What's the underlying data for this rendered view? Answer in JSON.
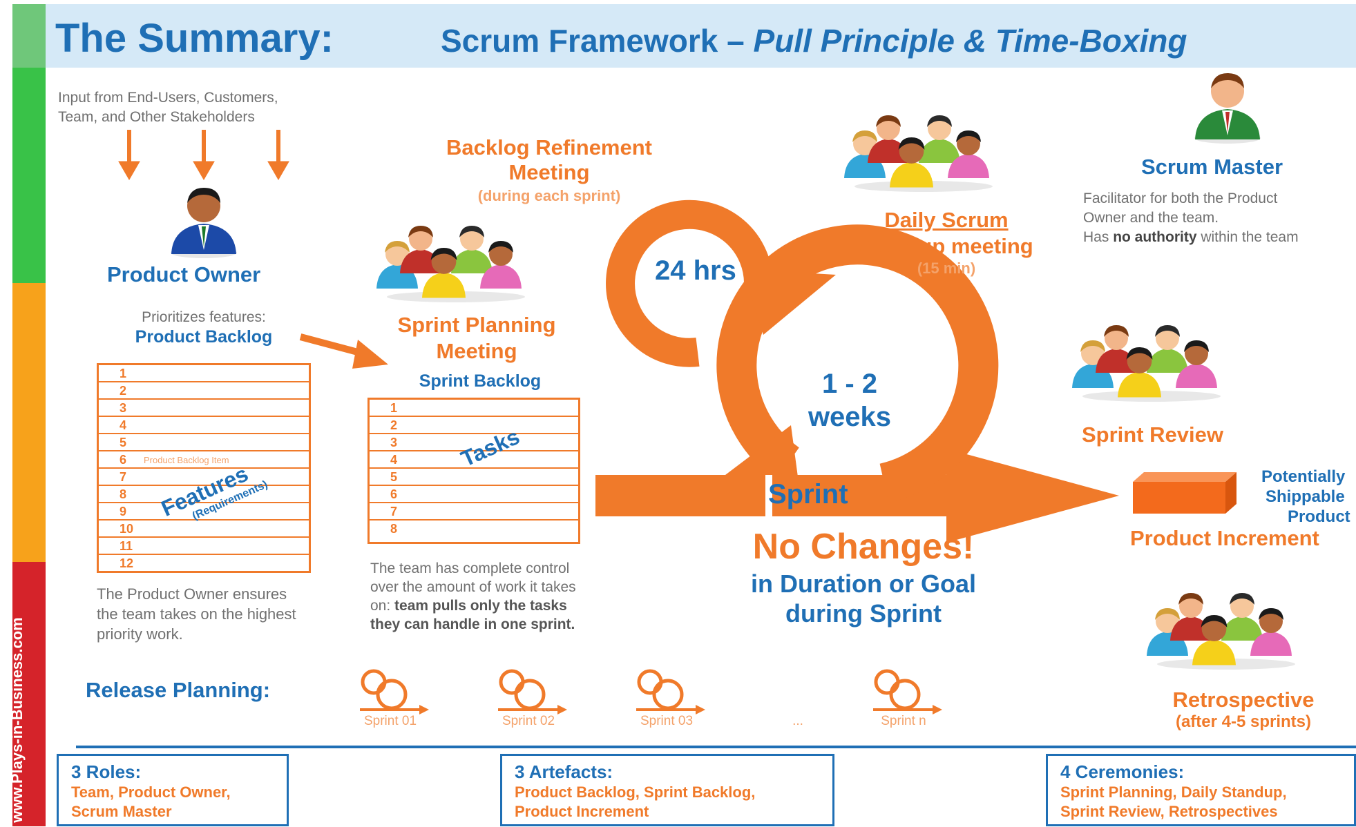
{
  "header": {
    "title": "The Summary:",
    "subtitle_plain": "Scrum Framework – ",
    "subtitle_italic": "Pull Principle & Time-Boxing"
  },
  "sidebar": {
    "watermark": "www.Plays-in-Business.com",
    "colors": [
      "#39c248",
      "#f7a21b",
      "#d5232a"
    ]
  },
  "input": {
    "line1": "Input from End-Users, Customers,",
    "line2": "Team, and Other Stakeholders"
  },
  "product_owner": {
    "label": "Product Owner",
    "prioritizes": "Prioritizes features:",
    "backlog": "Product Backlog",
    "rows": [
      "1",
      "2",
      "3",
      "4",
      "5",
      "6",
      "7",
      "8",
      "9",
      "10",
      "11",
      "12"
    ],
    "item_note": "Product Backlog Item",
    "features": "Features",
    "requirements": "(Requirements)",
    "note1": "The Product Owner ensures",
    "note2": "the team takes on the highest",
    "note3": "priority work."
  },
  "refinement": {
    "line1": "Backlog Refinement",
    "line2": "Meeting",
    "line3": "(during each sprint)"
  },
  "sprint_planning": {
    "line1": "Sprint Planning",
    "line2": "Meeting",
    "backlog": "Sprint Backlog",
    "rows": [
      "1",
      "2",
      "3",
      "4",
      "5",
      "6",
      "7",
      "8"
    ],
    "tasks": "Tasks",
    "note1": "The team has complete control",
    "note2": "over the amount of work it takes",
    "note3": "on: ",
    "note3b": "team pulls only the tasks",
    "note4": "they can handle in one sprint."
  },
  "cycle": {
    "hours": "24 hrs",
    "weeks_line1": "1 - 2",
    "weeks_line2": "weeks",
    "sprint": "Sprint",
    "no_changes": "No Changes!",
    "duration1": "in Duration or Goal",
    "duration2": "during Sprint"
  },
  "daily": {
    "line1": "Daily Scrum",
    "line2": "Standup meeting",
    "line3": "(15 min)"
  },
  "scrum_master": {
    "label": "Scrum Master",
    "desc1": "Facilitator for both the Product",
    "desc2": "Owner and the team.",
    "desc3a": "Has ",
    "desc3b": "no authority",
    "desc3c": " within the team"
  },
  "review": {
    "label": "Sprint Review"
  },
  "increment": {
    "line1": "Potentially",
    "line2": "Shippable",
    "line3": "Product",
    "label": "Product Increment"
  },
  "retro": {
    "line1": "Retrospective",
    "line2": "(after 4-5 sprints)"
  },
  "release": {
    "label": "Release Planning:",
    "sprints": [
      "Sprint 01",
      "Sprint 02",
      "Sprint 03",
      "...",
      "Sprint n"
    ]
  },
  "boxes": {
    "roles_title": "3 Roles:",
    "roles_1": "Team, Product Owner,",
    "roles_2": "Scrum Master",
    "artefacts_title": "3 Artefacts:",
    "artefacts_1": "Product Backlog, Sprint Backlog,",
    "artefacts_2": "Product Increment",
    "ceremonies_title": "4 Ceremonies:",
    "ceremonies_1": "Sprint Planning, Daily Standup,",
    "ceremonies_2": "Sprint Review, Retrospectives"
  },
  "colors": {
    "accent_orange": "#f07a2a",
    "accent_blue": "#1f6fb5",
    "header_bg": "#d5e9f7"
  },
  "icons": [
    "person-icon",
    "team-icon",
    "arrow-icon",
    "box-icon",
    "sprint-cycle-icon"
  ]
}
